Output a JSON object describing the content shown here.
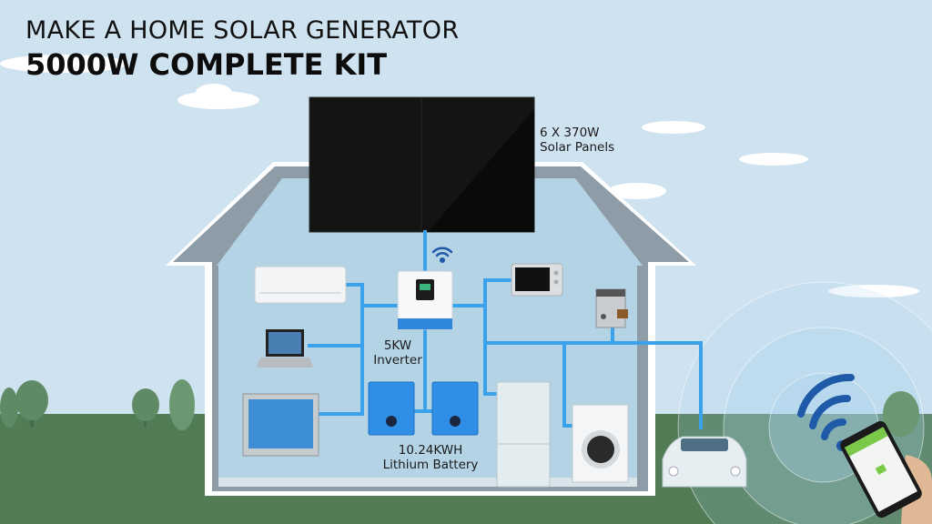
{
  "header": {
    "title_line1": "MAKE A HOME SOLAR GENERATOR",
    "title_line2": "5000W COMPLETE KIT"
  },
  "components": {
    "solar_panels": {
      "line1": "6 X 370W",
      "line2": "Solar Panels"
    },
    "inverter": {
      "line1": "5KW",
      "line2": "Inverter"
    },
    "battery": {
      "line1": "10.24KWH",
      "line2": "Lithium Battery"
    }
  },
  "colors": {
    "sky": "#cfe2f0",
    "grass": "#527c55",
    "interior": "#b4d4e6",
    "wire": "#3aa2ea",
    "wire_dash": "#17357e",
    "battery": "#2f8fe6"
  },
  "icons": [
    "wifi-icon",
    "phone-app-icon",
    "car-icon",
    "fridge-icon",
    "washer-icon",
    "microwave-icon",
    "coffee-machine-icon",
    "laptop-icon",
    "tv-icon",
    "air-conditioner-icon"
  ]
}
